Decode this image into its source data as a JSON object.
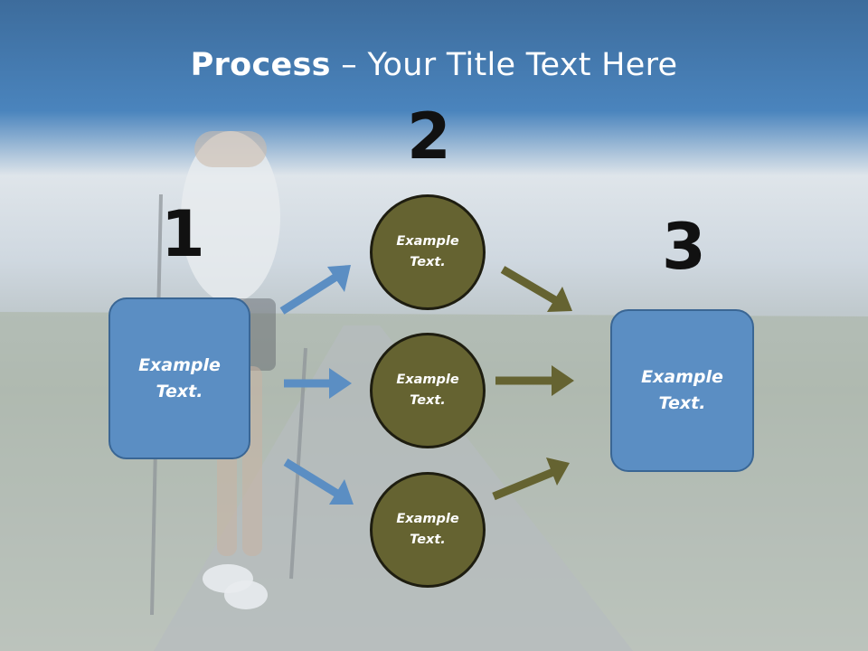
{
  "title": {
    "bold": "Process",
    "rest": " – Your Title Text Here"
  },
  "steps": {
    "one": "1",
    "two": "2",
    "three": "3"
  },
  "boxes": {
    "left": {
      "line1": "Example",
      "line2": "Text."
    },
    "right": {
      "line1": "Example",
      "line2": "Text."
    }
  },
  "circles": [
    {
      "line1": "Example",
      "line2": "Text."
    },
    {
      "line1": "Example",
      "line2": "Text."
    },
    {
      "line1": "Example",
      "line2": "Text."
    }
  ],
  "colors": {
    "box": "#5b8ec3",
    "circle": "#656331",
    "arrow_blue": "#5b8ec3",
    "arrow_olive": "#656331"
  }
}
